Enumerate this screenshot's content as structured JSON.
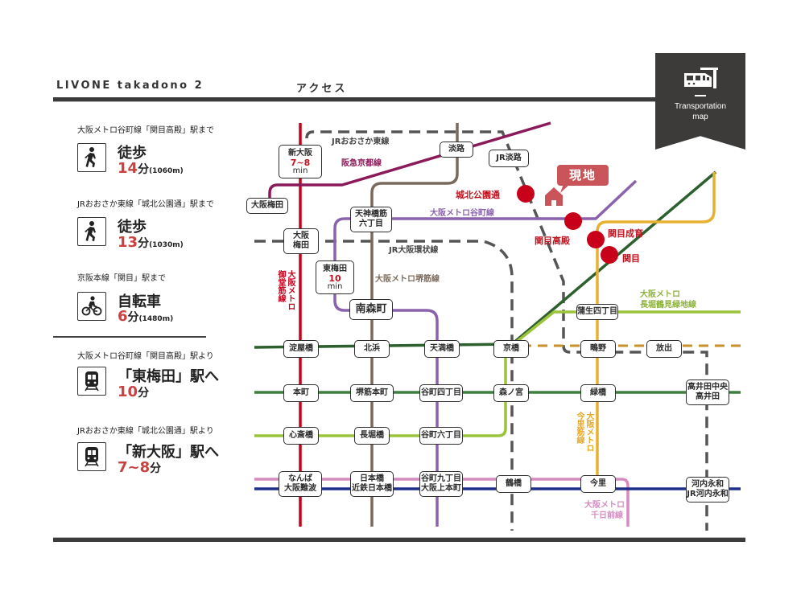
{
  "header": {
    "title": "LIVONE  takadono 2",
    "subtitle": "アクセス"
  },
  "badge": {
    "icon": "train-icon",
    "label_line1": "Transportation",
    "label_line2": "map"
  },
  "access": [
    {
      "caption": "大阪メトロ谷町線「関目高殿」駅まで",
      "icon": "walking-person-icon",
      "mode": "徒歩",
      "time_value": "14",
      "time_unit": "分",
      "distance": "(1060m)"
    },
    {
      "caption": "JRおおさか東線「城北公園通」駅まで",
      "icon": "walking-person-icon",
      "mode": "徒歩",
      "time_value": "13",
      "time_unit": "分",
      "distance": "(1030m)"
    },
    {
      "caption": "京阪本線「関目」駅まで",
      "icon": "bicycle-icon",
      "mode": "自転車",
      "time_value": "6",
      "time_unit": "分",
      "distance": "(1480m)"
    },
    {
      "caption": "大阪メトロ谷町線「関目高殿」駅より",
      "icon": "train-icon",
      "mode": "「東梅田」駅へ",
      "time_value": "10",
      "time_unit": "分",
      "distance": ""
    },
    {
      "caption": "JRおおさか東線「城北公園通」駅より",
      "icon": "train-icon",
      "mode": "「新大阪」駅へ",
      "time_value": "7~8",
      "time_unit": "分",
      "distance": ""
    }
  ],
  "map": {
    "current_location": "現地",
    "colors": {
      "midosuji": "#c8001a",
      "hankyu": "#8b1a5a",
      "sakaisuji": "#7b6a5c",
      "tanimachi": "#8a62ad",
      "jr": "#555555",
      "keihan": "#2e5f2e",
      "chuo": "#3f7f3f",
      "nagahori": "#9bc43a",
      "imazatosuji": "#e8b030",
      "sennichimae": "#d58cc0",
      "kintetsu": "#1f2f8a",
      "gakkentoshi": "#c9912a",
      "marker": "#c8001a",
      "current": "#c9555a"
    },
    "line_labels": {
      "jr_osaka_higashi": "JRおおさか東線",
      "hankyu_kyoto": "阪急京都線",
      "tanimachi": "大阪メトロ谷町線",
      "jr_loop": "JR大阪環状線",
      "sakaisuji": "大阪メトロ堺筋線",
      "midosuji_1": "大阪メトロ",
      "midosuji_2": "御堂筋線",
      "nagahori_1": "大阪メトロ",
      "nagahori_2": "長堀鶴見緑地線",
      "imazato_1": "大阪メトロ",
      "imazato_2": "今里筋線",
      "sennichimae_1": "大阪メトロ",
      "sennichimae_2": "千日前線"
    },
    "marker_stations": {
      "shirokita": "城北公園通",
      "sekime_takadono": "関目高殿",
      "sekime_seiiku": "関目成育",
      "sekime": "関目"
    },
    "stations": {
      "shin_osaka": {
        "name": "新大阪",
        "time": "7~8",
        "unit": "min"
      },
      "osaka_umeda": "大阪梅田",
      "awaji": "淡路",
      "jr_awaji": "JR淡路",
      "tenjinbashi_1": "天神橋筋",
      "tenjinbashi_2": "六丁目",
      "osaka_1": "大阪",
      "osaka_2": "梅田",
      "higashi_umeda": {
        "name": "東梅田",
        "time": "10",
        "unit": "min"
      },
      "minamimorimachi": "南森町",
      "gamo": "蒲生四丁目",
      "yodoyabashi": "淀屋橋",
      "kitahama": "北浜",
      "temmabashi": "天満橋",
      "kyobashi": "京橋",
      "shigino": "鴫野",
      "hanaten": "放出",
      "hommachi": "本町",
      "sakaisuji_hommachi": "堺筋本町",
      "tanimachi4": "谷町四丁目",
      "morinomiya": "森ノ宮",
      "midoribashi": "緑橋",
      "takaida_1": "高井田中央",
      "takaida_2": "高井田",
      "shinsaibashi": "心斎橋",
      "nagahoribashi": "長堀橋",
      "tanimachi6": "谷町六丁目",
      "namba_1": "なんば",
      "namba_2": "大阪難波",
      "nippombashi_1": "日本橋",
      "nippombashi_2": "近鉄日本橋",
      "tanimachi9_1": "谷町九丁目",
      "tanimachi9_2": "大阪上本町",
      "tsuruhashi": "鶴橋",
      "imazato": "今里",
      "kawachi_1": "河内永和",
      "kawachi_2": "JR河内永和"
    }
  }
}
